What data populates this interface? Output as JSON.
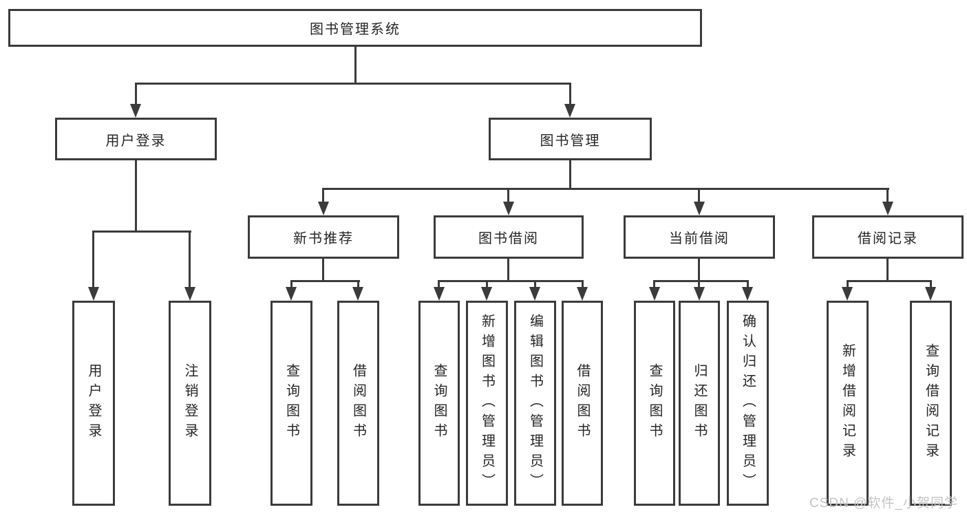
{
  "diagram_title": "图书管理系统",
  "colors": {
    "line": "#3b3b3b",
    "box_fill": "#ffffff",
    "text": "#262626",
    "watermark": "#c3c3c3"
  },
  "tree": {
    "label": "图书管理系统",
    "children": [
      {
        "label": "用户登录",
        "children": [
          {
            "label": "用户登录"
          },
          {
            "label": "注销登录"
          }
        ]
      },
      {
        "label": "图书管理",
        "children": [
          {
            "label": "新书推荐",
            "children": [
              {
                "label": "查询图书"
              },
              {
                "label": "借阅图书"
              }
            ]
          },
          {
            "label": "图书借阅",
            "children": [
              {
                "label": "查询图书"
              },
              {
                "label": "新增图书（管理员）"
              },
              {
                "label": "编辑图书（管理员）"
              },
              {
                "label": "借阅图书"
              }
            ]
          },
          {
            "label": "当前借阅",
            "children": [
              {
                "label": "查询图书"
              },
              {
                "label": "归还图书"
              },
              {
                "label": "确认归还（管理员）"
              }
            ]
          },
          {
            "label": "借阅记录",
            "children": [
              {
                "label": "新增借阅记录"
              },
              {
                "label": "查询借阅记录"
              }
            ]
          }
        ]
      }
    ]
  },
  "watermark": {
    "text": "CSDN @软件_小贺同学"
  }
}
